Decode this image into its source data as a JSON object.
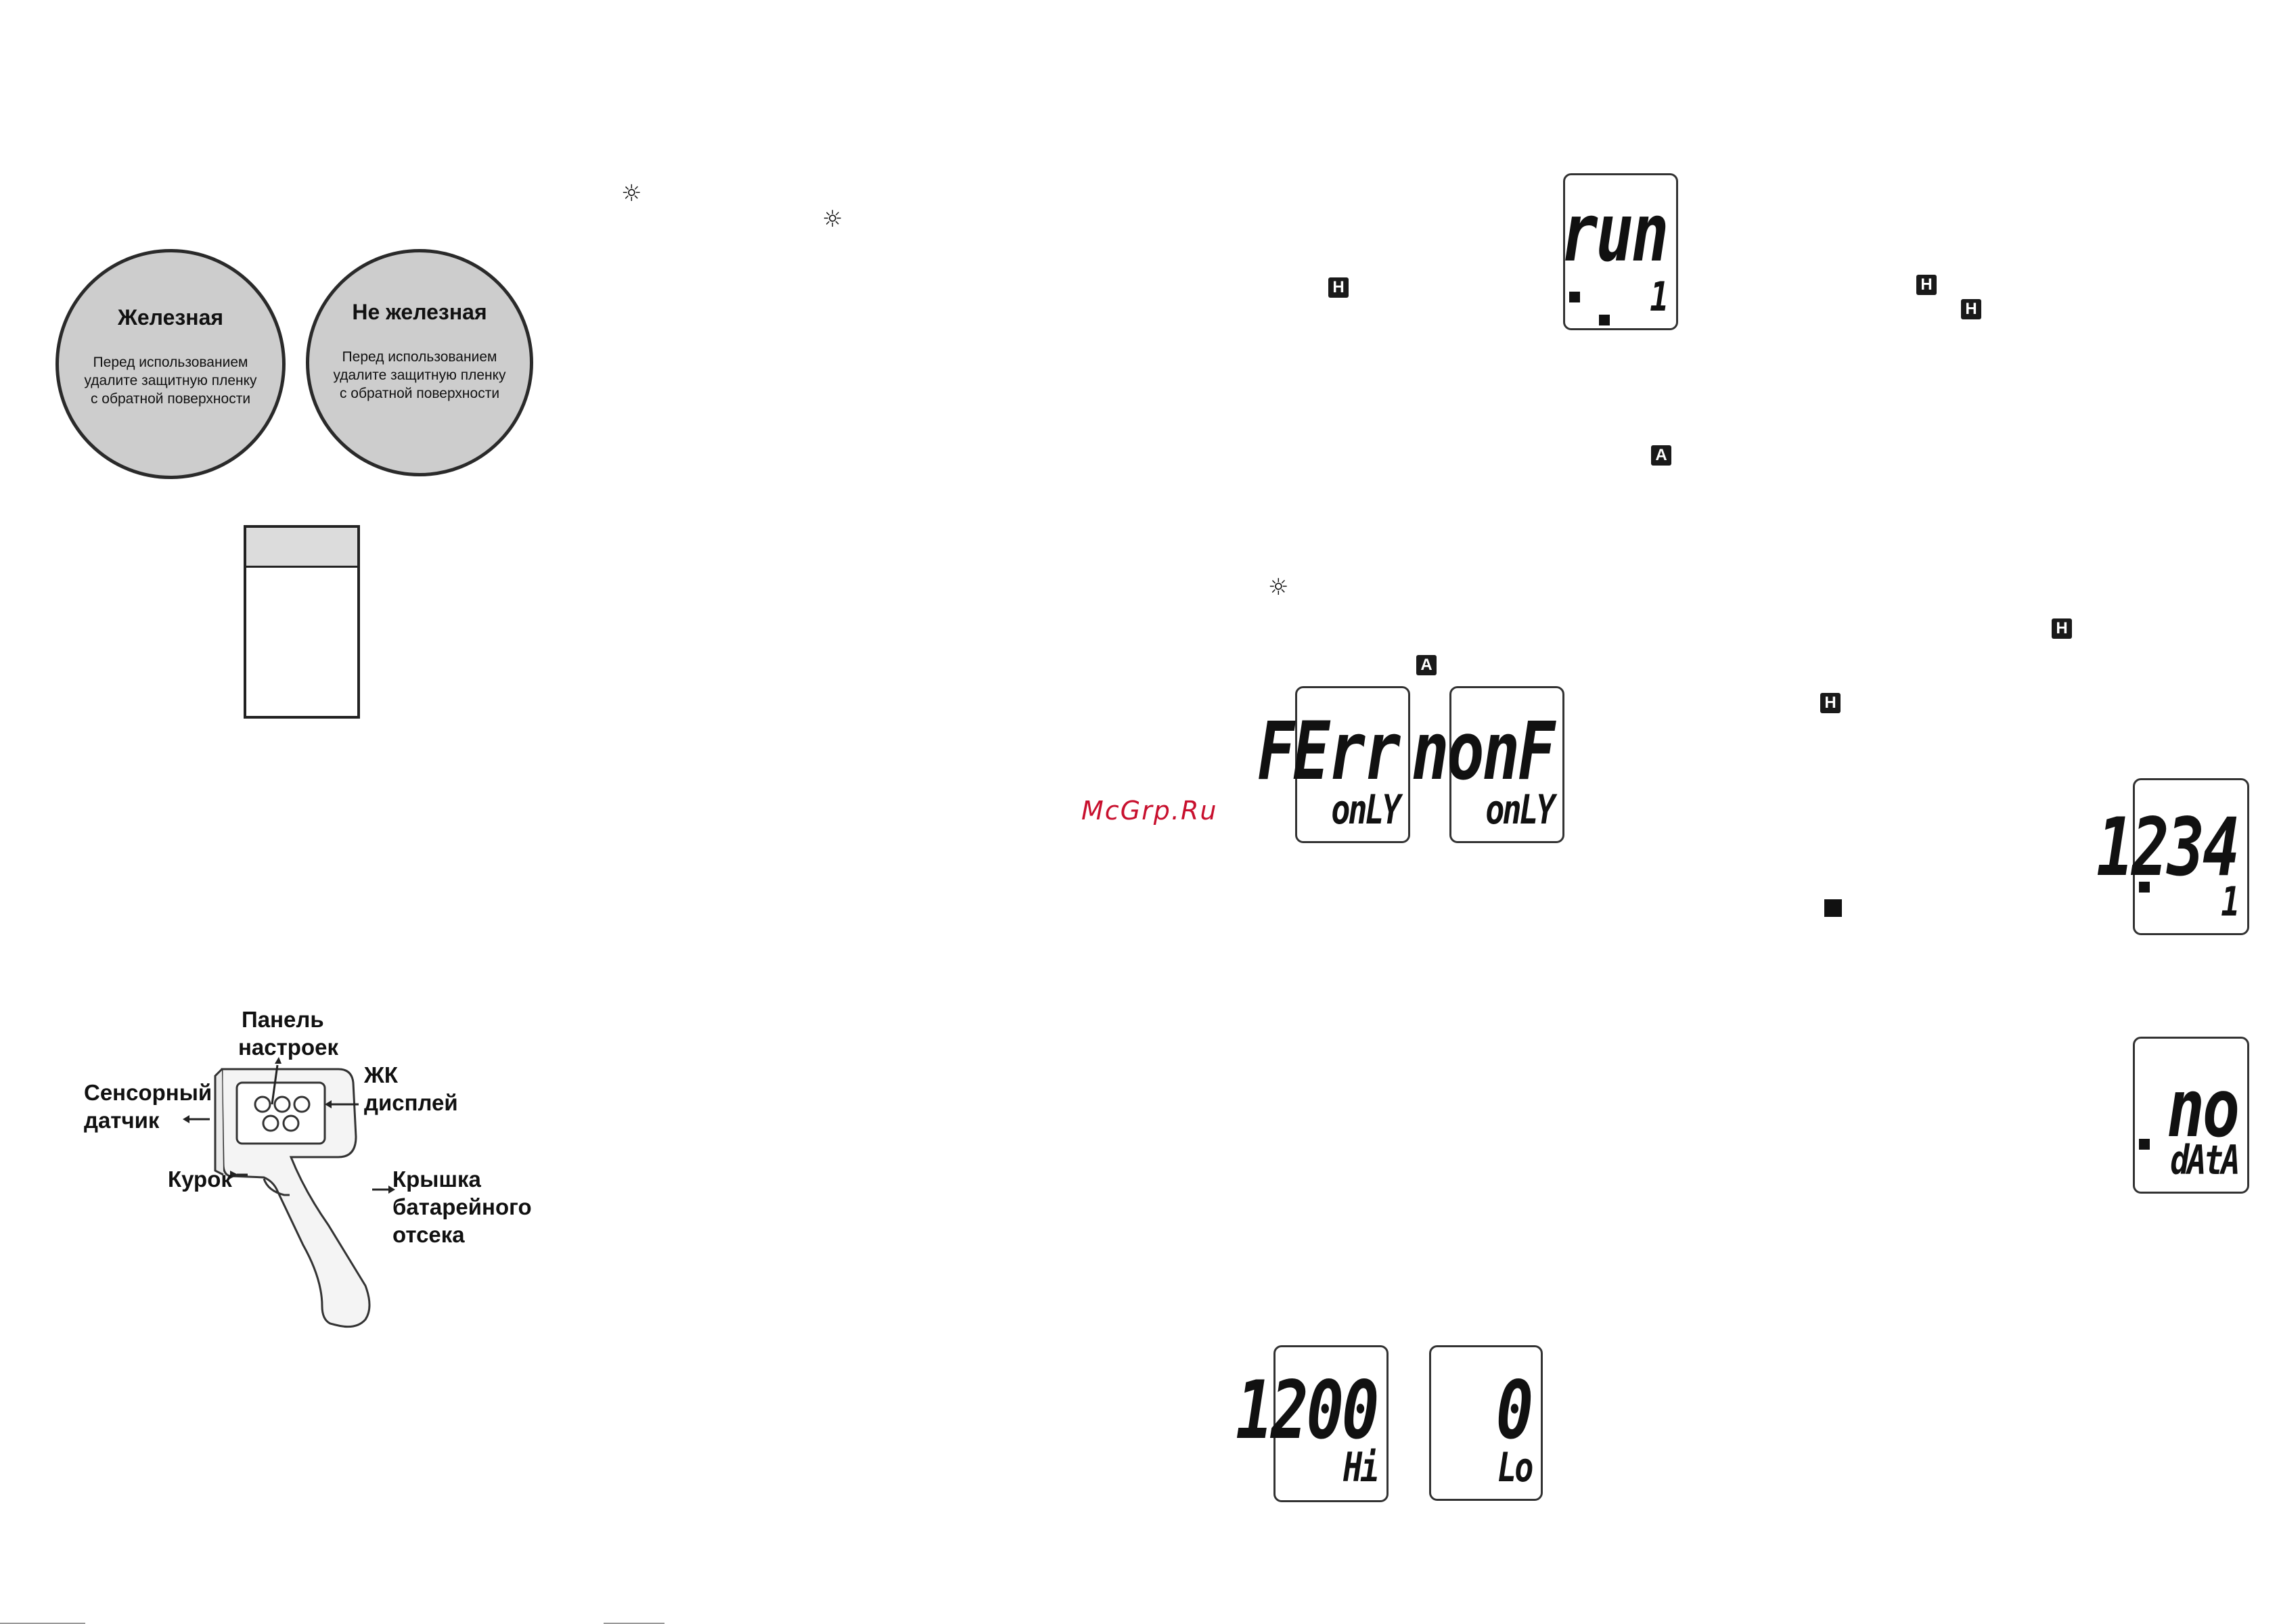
{
  "stickers": {
    "ferrous": {
      "title": "Железная",
      "line1": "Перед использованием",
      "line2": "удалите защитную пленку",
      "line3": "с обратной поверхности"
    },
    "nonferrous": {
      "title": "Не железная",
      "line1": "Перед использованием",
      "line2": "удалите защитную пленку",
      "line3": "с обратной поверхности"
    }
  },
  "device_labels": {
    "panel": [
      "Панель",
      "настроек"
    ],
    "lcd": [
      "ЖК",
      "дисплей"
    ],
    "sensor": [
      "Сенсорный",
      "датчик"
    ],
    "trigger": "Курок",
    "battery": [
      "Крышка",
      "батарейного",
      "отсека"
    ]
  },
  "lcd_displays": {
    "run": {
      "top": "run",
      "bottom": "1"
    },
    "ferr": {
      "top": "FErr",
      "bottom": "onLY"
    },
    "nonf": {
      "top": "nonF",
      "bottom": "onLY"
    },
    "reading": {
      "top": "1234",
      "bottom": "1"
    },
    "nodata": {
      "top": "no",
      "bottom": "dAtA"
    },
    "hi": {
      "top": "1200",
      "bottom": "Hi"
    },
    "lo": {
      "top": "0",
      "bottom": "Lo"
    }
  },
  "icons": {
    "hold": "H",
    "auto": "A",
    "backlight": "☼"
  },
  "watermark": "McGrp.Ru"
}
